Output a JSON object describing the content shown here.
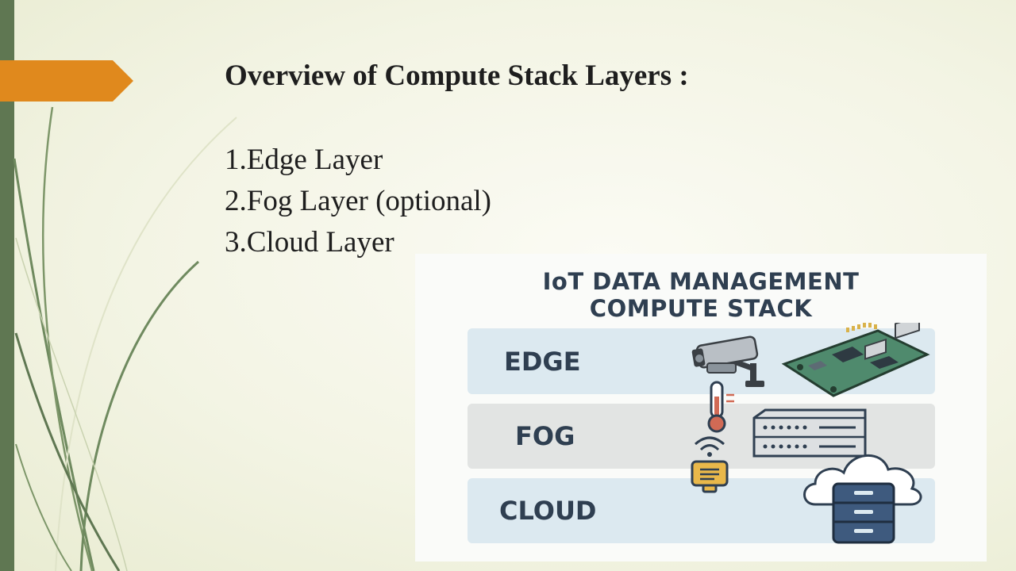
{
  "slide": {
    "title": "Overview of Compute Stack Layers :",
    "layers": [
      "1.Edge Layer",
      "2.Fog Layer (optional)",
      "3.Cloud Layer"
    ]
  },
  "diagram": {
    "title_line1": "IoT DATA MANAGEMENT",
    "title_line2": "COMPUTE STACK",
    "bands": {
      "edge": "EDGE",
      "fog": "FOG",
      "cloud": "CLOUD"
    },
    "icons": {
      "edge": [
        "camera-icon",
        "circuit-board-icon",
        "thermometer-icon"
      ],
      "fog": [
        "wifi-icon",
        "sensor-icon",
        "router-icon"
      ],
      "cloud": [
        "cloud-icon",
        "server-icon"
      ]
    }
  },
  "colors": {
    "accent_orange": "#e0891d",
    "sidebar_green": "#5f7752",
    "diagram_text": "#2f3f51",
    "band_blue": "#dce9f0",
    "band_gray": "#e2e4e3",
    "server_blue": "#3e5a7e"
  }
}
